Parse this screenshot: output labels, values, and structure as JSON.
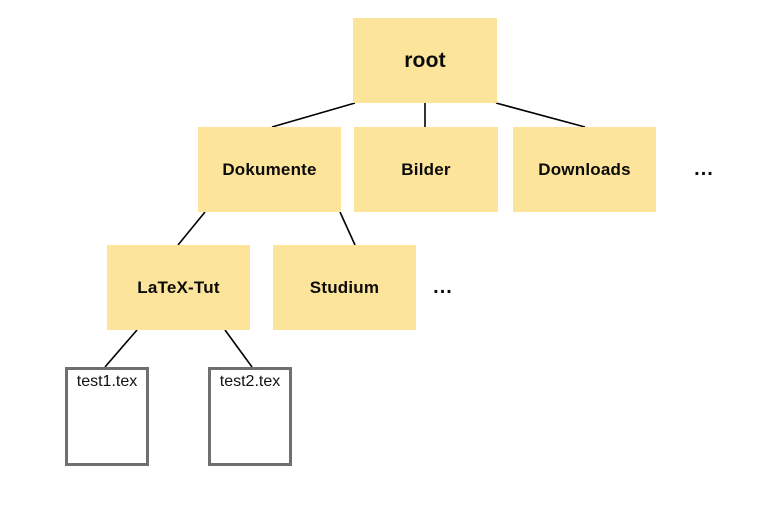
{
  "diagram": {
    "type": "file-system-tree",
    "colors": {
      "folder_fill": "#FCE49B",
      "text": "#0B0B0B",
      "file_border": "#6F6F6F",
      "file_fill": "#FFFFFF",
      "edge": "#000000",
      "background": "#FFFFFF"
    },
    "root": {
      "label": "root"
    },
    "level2": [
      {
        "label": "Dokumente"
      },
      {
        "label": "Bilder"
      },
      {
        "label": "Downloads"
      }
    ],
    "level2_more": "...",
    "level3": [
      {
        "label": "LaTeX-Tut"
      },
      {
        "label": "Studium"
      }
    ],
    "level3_more": "...",
    "files": [
      {
        "label": "test1.tex"
      },
      {
        "label": "test2.tex"
      }
    ]
  }
}
